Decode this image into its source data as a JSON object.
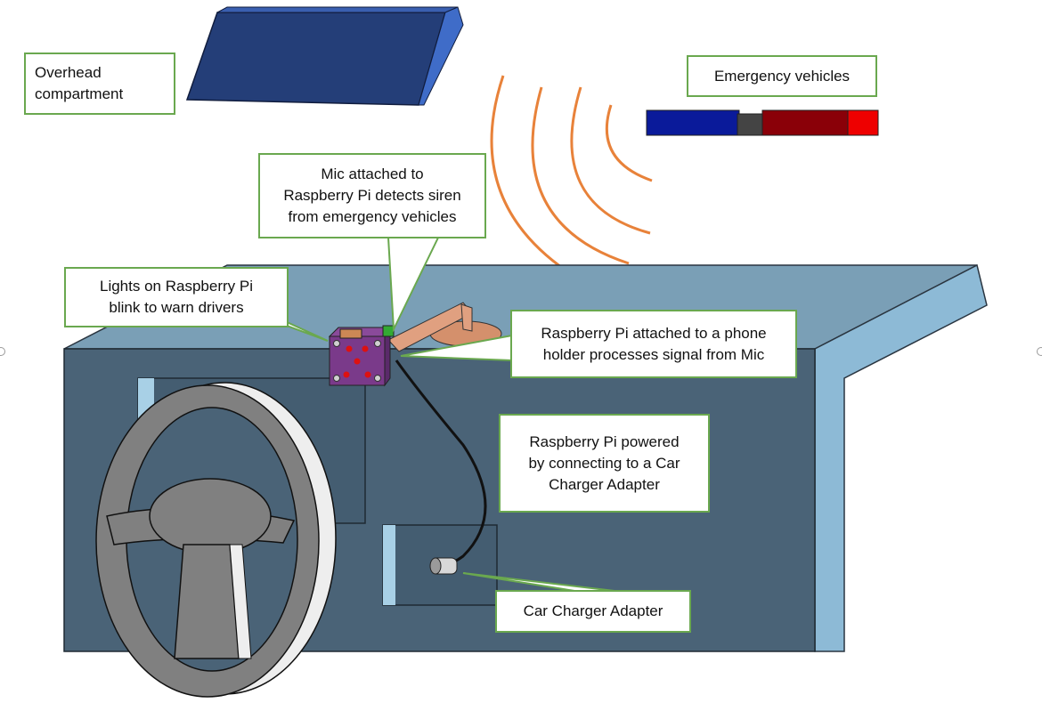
{
  "labels": {
    "overhead": "Overhead\ncompartment",
    "emergency": "Emergency vehicles",
    "mic": "Mic attached to\nRaspberry Pi detects siren\nfrom emergency vehicles",
    "lights": "Lights on Raspberry Pi\nblink to warn drivers",
    "raspberry_holder": "Raspberry Pi attached to a  phone\nholder processes signal from Mic",
    "powered": "Raspberry Pi powered\nby connecting to a Car\nCharger Adapter",
    "charger": "Car Charger Adapter"
  },
  "colors": {
    "callout_border": "#6aa84f",
    "siren_waves": "#e8823a",
    "light_bar": [
      "#0a1a9a",
      "#444444",
      "#8a0008",
      "#ee0000"
    ],
    "dashboard_front": "#4a6377",
    "dashboard_top": "#7a9fb6",
    "dashboard_side": "#8dbad6",
    "overhead_compartment": "#243e78",
    "raspberry_pi_case": "#7a3a8a",
    "phone_holder": "#e0a080"
  }
}
